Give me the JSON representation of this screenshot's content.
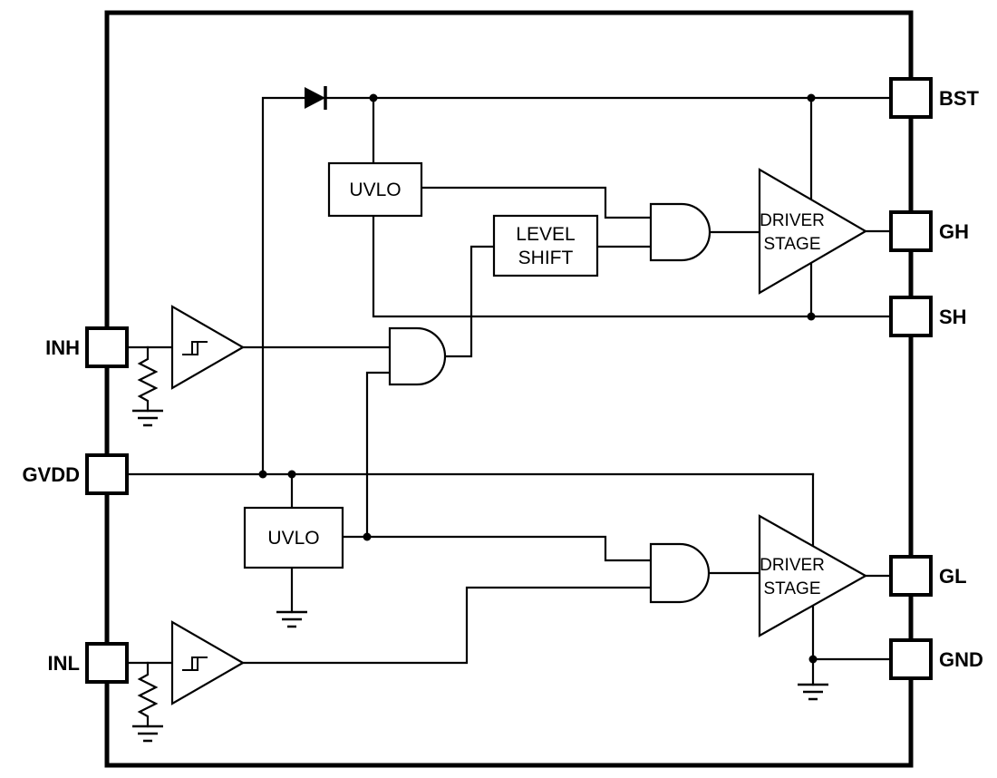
{
  "colors": {
    "background": "#ffffff",
    "line": "#000000",
    "block_text": "#4a4a4c",
    "pin_text": "#000000"
  },
  "pins": {
    "left": [
      {
        "label": "INH"
      },
      {
        "label": "GVDD"
      },
      {
        "label": "INL"
      }
    ],
    "right": [
      {
        "label": "BST"
      },
      {
        "label": "GH"
      },
      {
        "label": "SH"
      },
      {
        "label": "GL"
      },
      {
        "label": "GND"
      }
    ]
  },
  "blocks": {
    "uvlo_high": {
      "label": "UVLO"
    },
    "uvlo_low": {
      "label": "UVLO"
    },
    "level_shift": {
      "line1": "LEVEL",
      "line2": "SHIFT"
    },
    "driver_high": {
      "line1": "DRIVER",
      "line2": "STAGE"
    },
    "driver_low": {
      "line1": "DRIVER",
      "line2": "STAGE"
    }
  }
}
